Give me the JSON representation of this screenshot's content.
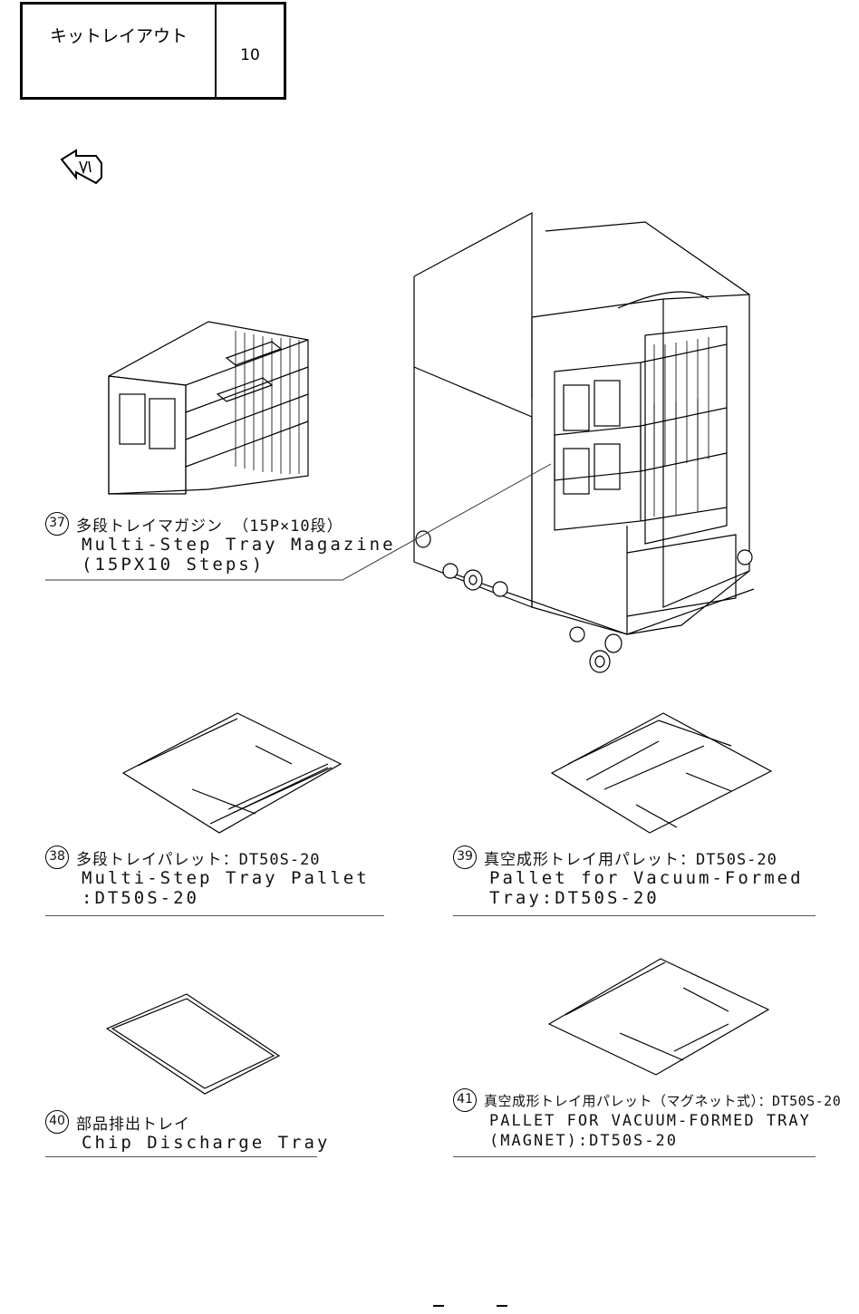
{
  "header": {
    "title": "キットレイアウト",
    "page": "10"
  },
  "icons": {
    "fw_arrow": "arrow-fwd-icon"
  },
  "parts": [
    {
      "num": "37",
      "jp": "多段トレイマガジン （15P×10段）",
      "en": [
        "Multi-Step Tray Magazine",
        "(15PX10 Steps)"
      ]
    },
    {
      "num": "38",
      "jp": "多段トレイパレット：DT50S-20",
      "en": [
        "Multi-Step Tray Pallet",
        ":DT50S-20"
      ]
    },
    {
      "num": "39",
      "jp": "真空成形トレイ用パレット：DT50S-20",
      "en": [
        "Pallet for Vacuum-Formed",
        "Tray:DT50S-20"
      ]
    },
    {
      "num": "40",
      "jp": "部品排出トレイ",
      "en": [
        "Chip Discharge Tray"
      ]
    },
    {
      "num": "41",
      "jp": "真空成形トレイ用パレット（マグネット式）：DT50S-20",
      "en": [
        "PALLET FOR VACUUM-FORMED TRAY",
        "(MAGNET):DT50S-20"
      ]
    }
  ]
}
